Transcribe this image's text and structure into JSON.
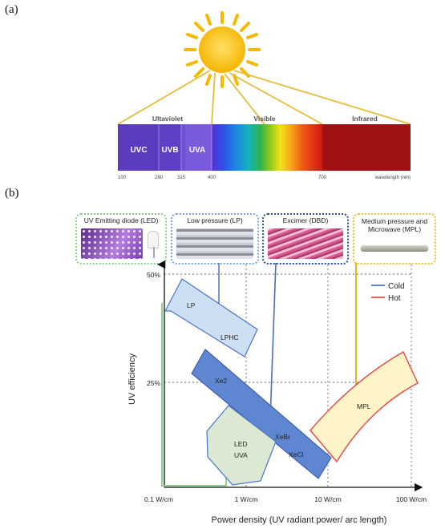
{
  "panel_a": {
    "label": "(a)",
    "regions": [
      {
        "name": "Ultaviolet"
      },
      {
        "name": "Visible"
      },
      {
        "name": "Infrared"
      }
    ],
    "bands": [
      "UVC",
      "UVB",
      "UVA"
    ],
    "wavelength_ticks": [
      "100",
      "280",
      "315",
      "400",
      "700"
    ],
    "wavelength_unit": "wavelength (nm)"
  },
  "panel_b": {
    "label": "(b)",
    "lamps": [
      {
        "name": "UV Emitting diode (LED)",
        "border": "#8fce8f"
      },
      {
        "name": "Low pressure (LP)",
        "border": "#7aa7d6"
      },
      {
        "name": "Excimer (DBD)",
        "border": "#2c4f8c"
      },
      {
        "name": "Medium pressure and Microwave (MPL)",
        "border": "#e8c23a"
      }
    ],
    "legend": [
      {
        "name": "Cold",
        "color": "#4a74c9"
      },
      {
        "name": "Hot",
        "color": "#e04848"
      }
    ],
    "y_ticks": [
      "50%",
      "25%"
    ],
    "x_ticks": [
      "0.1 W/cm",
      "1 W/cm",
      "10 W/cm",
      "100 W/cm"
    ],
    "ylabel": "UV efficiency",
    "xlabel": "Power density (UV radiant power/ arc length)",
    "regions": [
      {
        "label": "LP"
      },
      {
        "label": "LPHC"
      },
      {
        "label": "Xe2"
      },
      {
        "label": "XeBr"
      },
      {
        "label": "XeCl"
      },
      {
        "label": "LED"
      },
      {
        "label": "UVA"
      },
      {
        "label": "MPL"
      }
    ]
  }
}
